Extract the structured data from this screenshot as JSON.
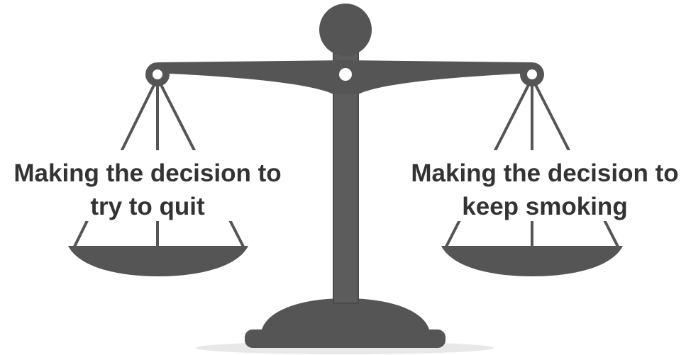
{
  "left_label": {
    "line1": "Making the decision to",
    "line2": "try to quit"
  },
  "right_label": {
    "line1": "Making the decision to",
    "line2": "keep smoking"
  },
  "colors": {
    "scale": "#555555",
    "text": "#333333",
    "shadow": "#e8e8e8"
  }
}
